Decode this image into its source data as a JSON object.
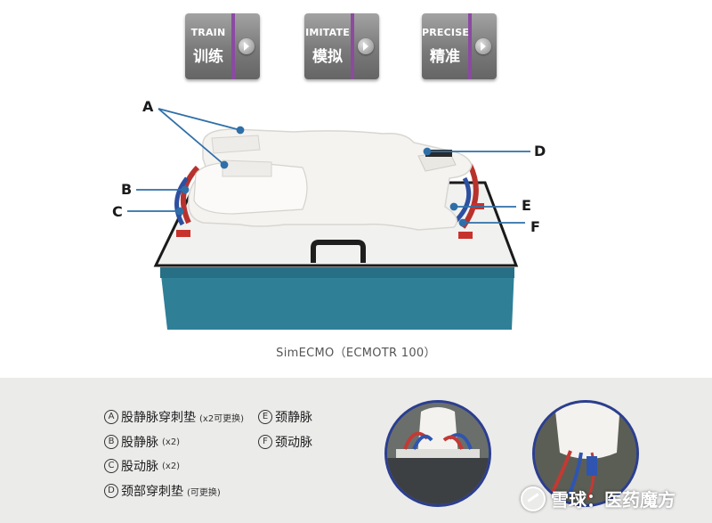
{
  "badges": [
    {
      "en": "TRAIN",
      "zh": "训练"
    },
    {
      "en": "IMITATE",
      "zh": "模拟"
    },
    {
      "en": "PRECISE",
      "zh": "精准"
    }
  ],
  "callouts": [
    "A",
    "B",
    "C",
    "D",
    "E",
    "F"
  ],
  "caption": "SimECMO（ECMOTR 100）",
  "legend": [
    {
      "letter": "A",
      "text": "股静脉穿刺垫",
      "note": "(x2可更换)"
    },
    {
      "letter": "E",
      "text": "颈静脉",
      "note": ""
    },
    {
      "letter": "B",
      "text": "股静脉",
      "note": "(x2)"
    },
    {
      "letter": "F",
      "text": "颈动脉",
      "note": ""
    },
    {
      "letter": "C",
      "text": "股动脉",
      "note": "(x2)"
    },
    {
      "letter": "D",
      "text": "颈部穿刺垫",
      "note": "(可更换)"
    }
  ],
  "watermark": "雪球：医药魔方",
  "colors": {
    "box_base": "#2f7f97",
    "lid": "#f1f1ef",
    "badge_stripe": "#8b4aa0",
    "callout_line": "#2f6fa8",
    "inset_ring": "#2c3e8f",
    "bottom_panel": "#ebebea"
  }
}
